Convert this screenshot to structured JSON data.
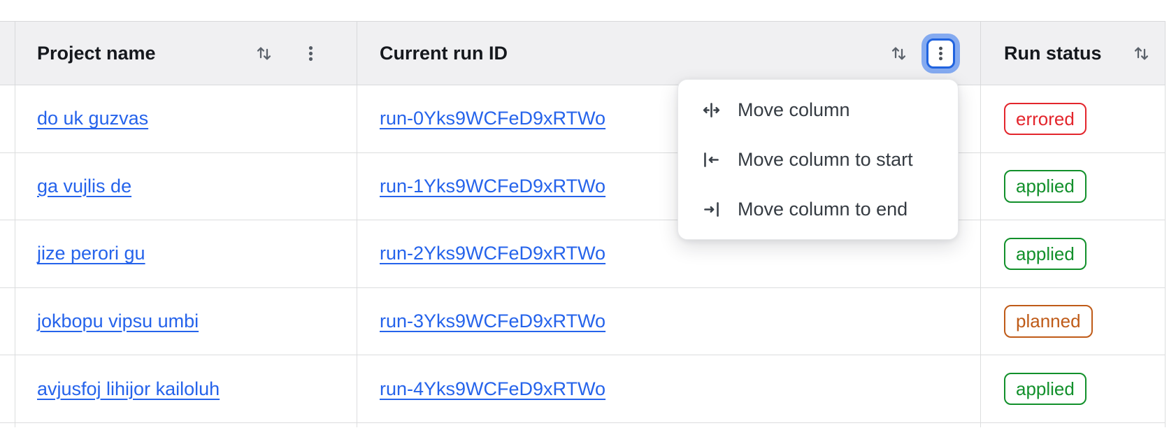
{
  "table": {
    "columns": [
      {
        "label": "Project name"
      },
      {
        "label": "Current run ID"
      },
      {
        "label": "Run status"
      }
    ],
    "rows": [
      {
        "project": "do uk guzvas",
        "run_id": "run-0Yks9WCFeD9xRTWo",
        "status": "errored"
      },
      {
        "project": "ga vujlis de",
        "run_id": "run-1Yks9WCFeD9xRTWo",
        "status": "applied"
      },
      {
        "project": "jize perori gu",
        "run_id": "run-2Yks9WCFeD9xRTWo",
        "status": "applied"
      },
      {
        "project": "jokbopu vipsu umbi",
        "run_id": "run-3Yks9WCFeD9xRTWo",
        "status": "planned"
      },
      {
        "project": "avjusfoj lihijor kailoluh",
        "run_id": "run-4Yks9WCFeD9xRTWo",
        "status": "applied"
      }
    ]
  },
  "column_menu": {
    "items": [
      {
        "label": "Move column",
        "icon": "move-column-icon"
      },
      {
        "label": "Move column to start",
        "icon": "move-column-to-start-icon"
      },
      {
        "label": "Move column to end",
        "icon": "move-column-to-end-icon"
      }
    ]
  },
  "icons": {
    "sort": "sort-arrows-icon",
    "kebab": "column-options-icon"
  },
  "colors": {
    "header_bg": "#f0f0f2",
    "border": "#d8d9db",
    "link": "#2563eb",
    "focus_ring_outer": "#84aaf0",
    "focus_ring_border": "#2063df",
    "status_errored": "#e3252c",
    "status_applied": "#12902b",
    "status_planned": "#bf5b18",
    "icon_gray": "#5b626b",
    "menu_text": "#353b42"
  }
}
